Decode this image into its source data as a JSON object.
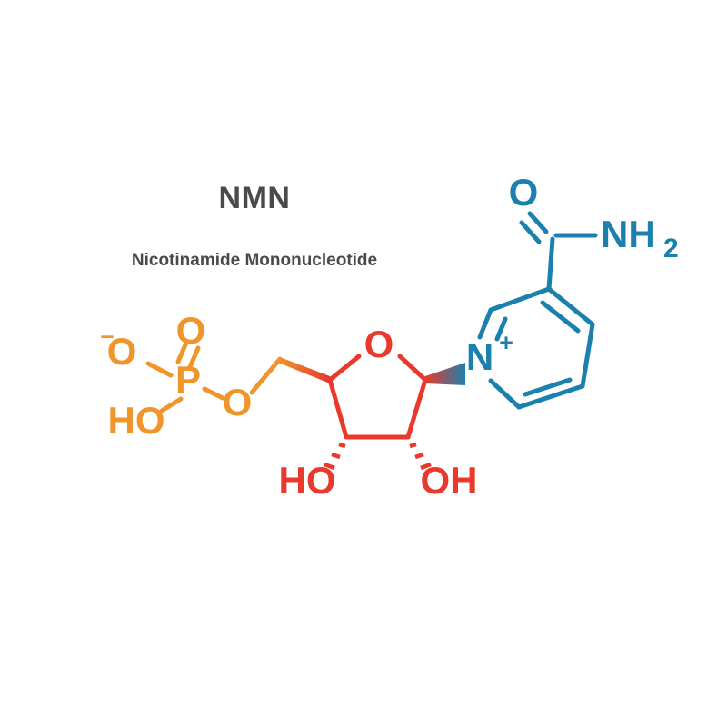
{
  "molecule": {
    "abbreviation": "NMN",
    "full_name": "Nicotinamide Mononucleotide",
    "labels": {
      "phosphate_oxyanion": "O",
      "phosphate_oxyanion_charge": "–",
      "phosphate_double_bond_oxygen": "O",
      "phosphorus": "P",
      "phosphate_hydroxyl": "HO",
      "ester_oxygen": "O",
      "ring_oxygen": "O",
      "hydroxyl_left": "HO",
      "hydroxyl_right": "OH",
      "ring_nitrogen": "N",
      "ring_nitrogen_charge": "+",
      "carbonyl_oxygen": "O",
      "amide_nitrogen": "NH",
      "amide_nitrogen_subscript": "2"
    },
    "colors": {
      "phosphate_orange": "#F0952B",
      "ribose_red": "#E8392C",
      "nicotinamide_blue": "#1B80AD",
      "text_gray": "#4a4a4a",
      "background": "#ffffff"
    },
    "groups": [
      {
        "name": "phosphate-group",
        "color": "#F0952B"
      },
      {
        "name": "ribose-ring",
        "color": "#E8392C"
      },
      {
        "name": "nicotinamide-group",
        "color": "#1B80AD"
      }
    ]
  }
}
